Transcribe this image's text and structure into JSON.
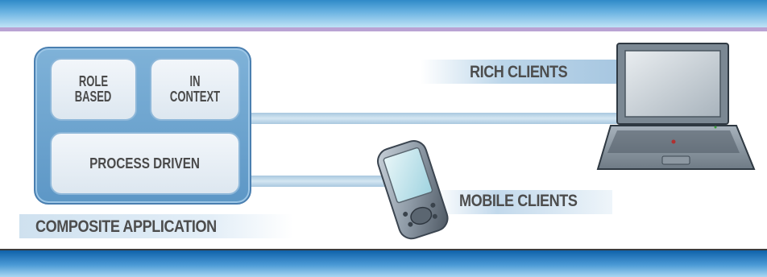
{
  "diagram": {
    "composite": {
      "boxes": [
        {
          "id": "role",
          "lines": [
            "ROLE",
            "BASED"
          ]
        },
        {
          "id": "context",
          "lines": [
            "IN",
            "CONTEXT"
          ]
        },
        {
          "id": "process",
          "lines": [
            "PROCESS DRIVEN"
          ]
        }
      ],
      "label": "COMPOSITE APPLICATION"
    },
    "rich_clients_label": "RICH CLIENTS",
    "mobile_clients_label": "MOBILE CLIENTS",
    "icons": [
      "pda-icon",
      "laptop-icon"
    ]
  },
  "colors": {
    "header_blue": "#2f8ac8",
    "footer_blue": "#0f62aa",
    "accent_purple": "#b9a3d4",
    "panel_blue": "#6aa3cf",
    "label_gray": "#4d4d4d"
  }
}
